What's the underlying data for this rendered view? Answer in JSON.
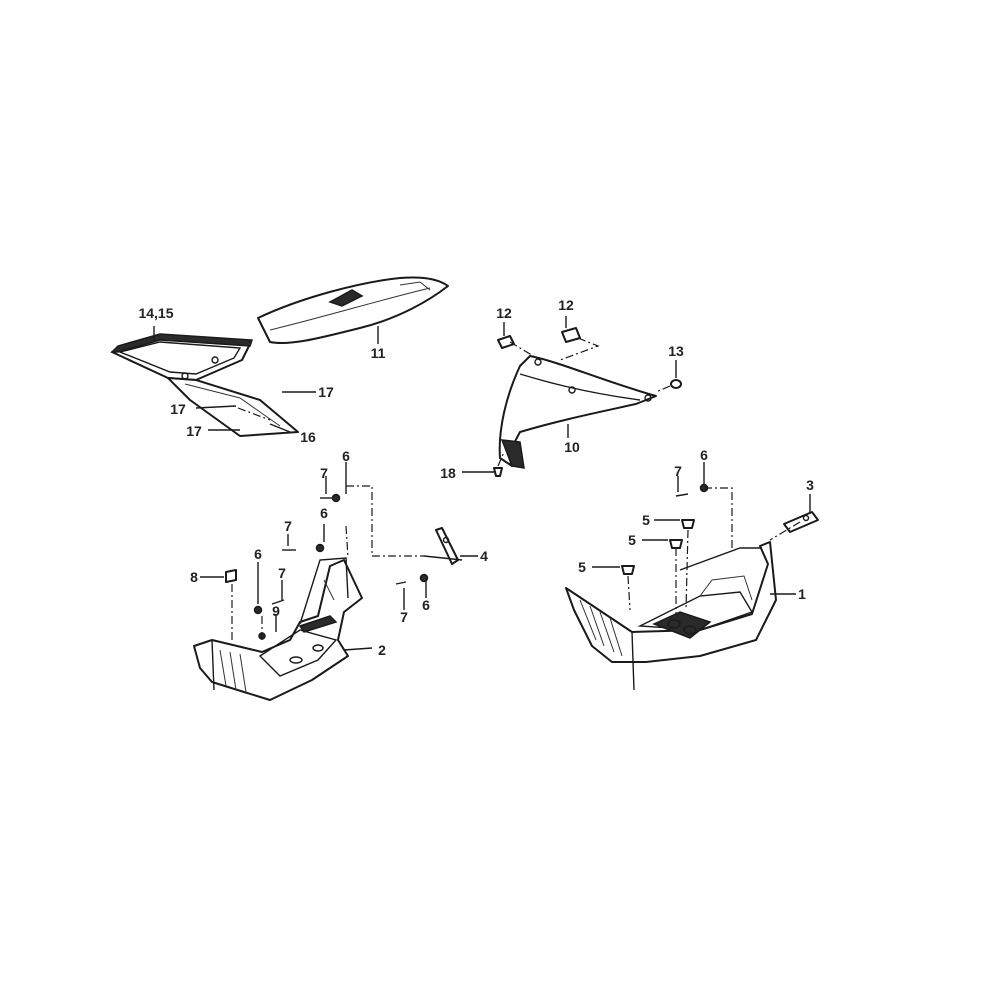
{
  "callouts": {
    "c1": "1",
    "c2": "2",
    "c3": "3",
    "c4": "4",
    "c5a": "5",
    "c5b": "5",
    "c5c": "5",
    "c6a": "6",
    "c6b": "6",
    "c6c": "6",
    "c6d": "6",
    "c6e": "6",
    "c7a": "7",
    "c7b": "7",
    "c7c": "7",
    "c7d": "7",
    "c7e": "7",
    "c8": "8",
    "c9": "9",
    "c10": "10",
    "c11": "11",
    "c12a": "12",
    "c12b": "12",
    "c13": "13",
    "c14_15": "14,15",
    "c16": "16",
    "c17a": "17",
    "c17b": "17",
    "c17c": "17",
    "c18": "18"
  },
  "colors": {
    "ink": "#1a1a1a",
    "background": "#ffffff"
  }
}
